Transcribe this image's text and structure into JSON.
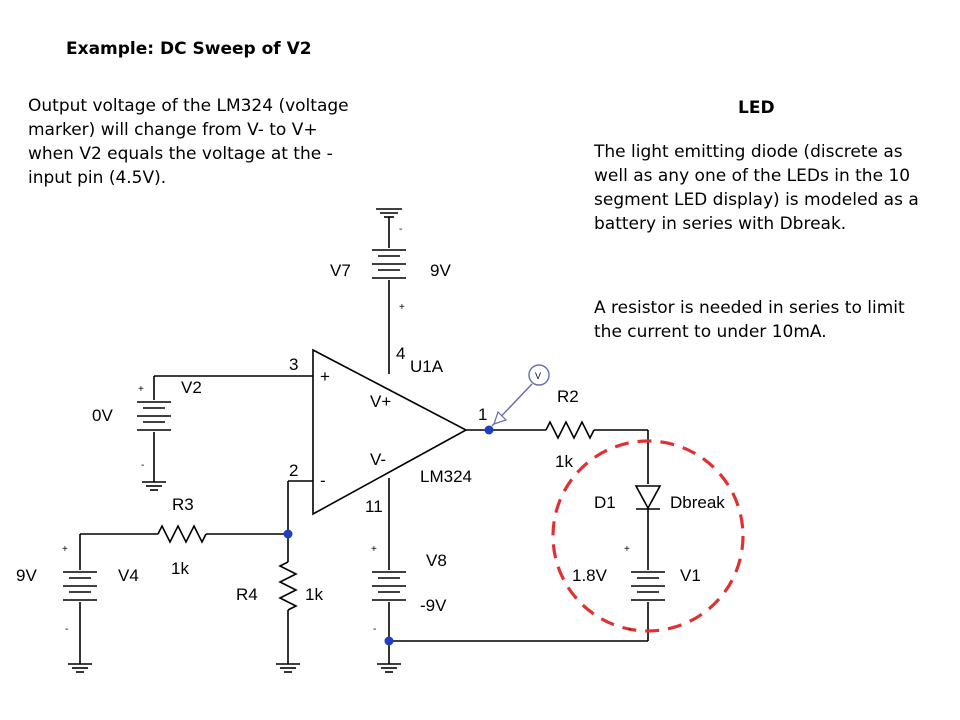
{
  "slide": {
    "title": "Example:  DC Sweep of V2",
    "left_paragraph": "Output voltage of the LM324 (voltage marker) will change from V- to V+ when V2 equals the voltage at the - input pin (4.5V).",
    "led_heading": "LED",
    "led_paragraph_1": "The light emitting diode (discrete as well as any one of the LEDs in the 10 segment LED display) is modeled as a battery in series with Dbreak.",
    "led_paragraph_2": "A resistor is needed in series to limit the current to under 10mA."
  },
  "schematic": {
    "opamp": {
      "ref": "U1A",
      "part": "LM324",
      "vplus_label": "V+",
      "vminus_label": "V-",
      "pin_in_plus": "3",
      "pin_in_minus": "2",
      "pin_out": "1",
      "pin_vplus": "4",
      "pin_vminus": "11",
      "plus_sign": "+",
      "minus_sign": "-"
    },
    "v7": {
      "ref": "V7",
      "value": "9V"
    },
    "v8": {
      "ref": "V8",
      "value": "-9V"
    },
    "v2": {
      "ref": "V2",
      "value": "0V"
    },
    "v4": {
      "ref": "V4",
      "value": "9V"
    },
    "v1": {
      "ref": "V1",
      "value": "1.8V"
    },
    "r2": {
      "ref": "R2",
      "value": "1k"
    },
    "r3": {
      "ref": "R3",
      "value": "1k"
    },
    "r4": {
      "ref": "R4",
      "value": "1k"
    },
    "d1": {
      "ref": "D1",
      "model": "Dbreak"
    },
    "voltage_marker": "V",
    "polarity_plus": "+",
    "polarity_minus": "-",
    "highlight_color": "#e03030",
    "marker_color": "#6a6ab0",
    "wire_color": "#000000"
  }
}
